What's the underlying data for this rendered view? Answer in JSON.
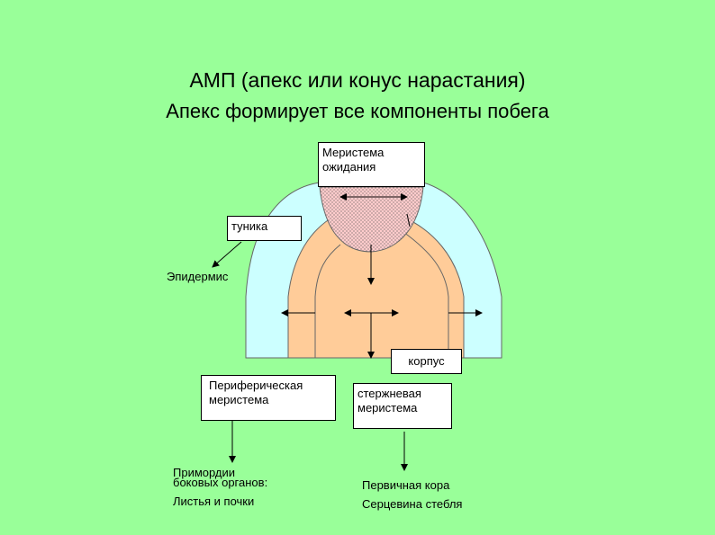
{
  "slide": {
    "title": "АМП (апекс или конус нарастания)",
    "subtitle": "Апекс формирует все компоненты побега"
  },
  "labels": {
    "meristem_waiting": "Меристема ожидания",
    "tunica": "туника",
    "epidermis": "Эпидермис",
    "corpus": "корпус",
    "peripheral_meristem": "Периферическая меристема",
    "rib_meristem": "стержневая меристема",
    "primordia_line1": "Примордии",
    "primordia_line2": "боковых органов:",
    "leaves_buds": "Листья и почки",
    "primary_cortex": "Первичная кора",
    "stem_pith": "Серцевина стебля"
  },
  "colors": {
    "background": "#99ff99",
    "tunica_layer": "#ccffff",
    "corpus": "#ffcc99",
    "meristem_waiting_fill": "#ffcccc"
  }
}
